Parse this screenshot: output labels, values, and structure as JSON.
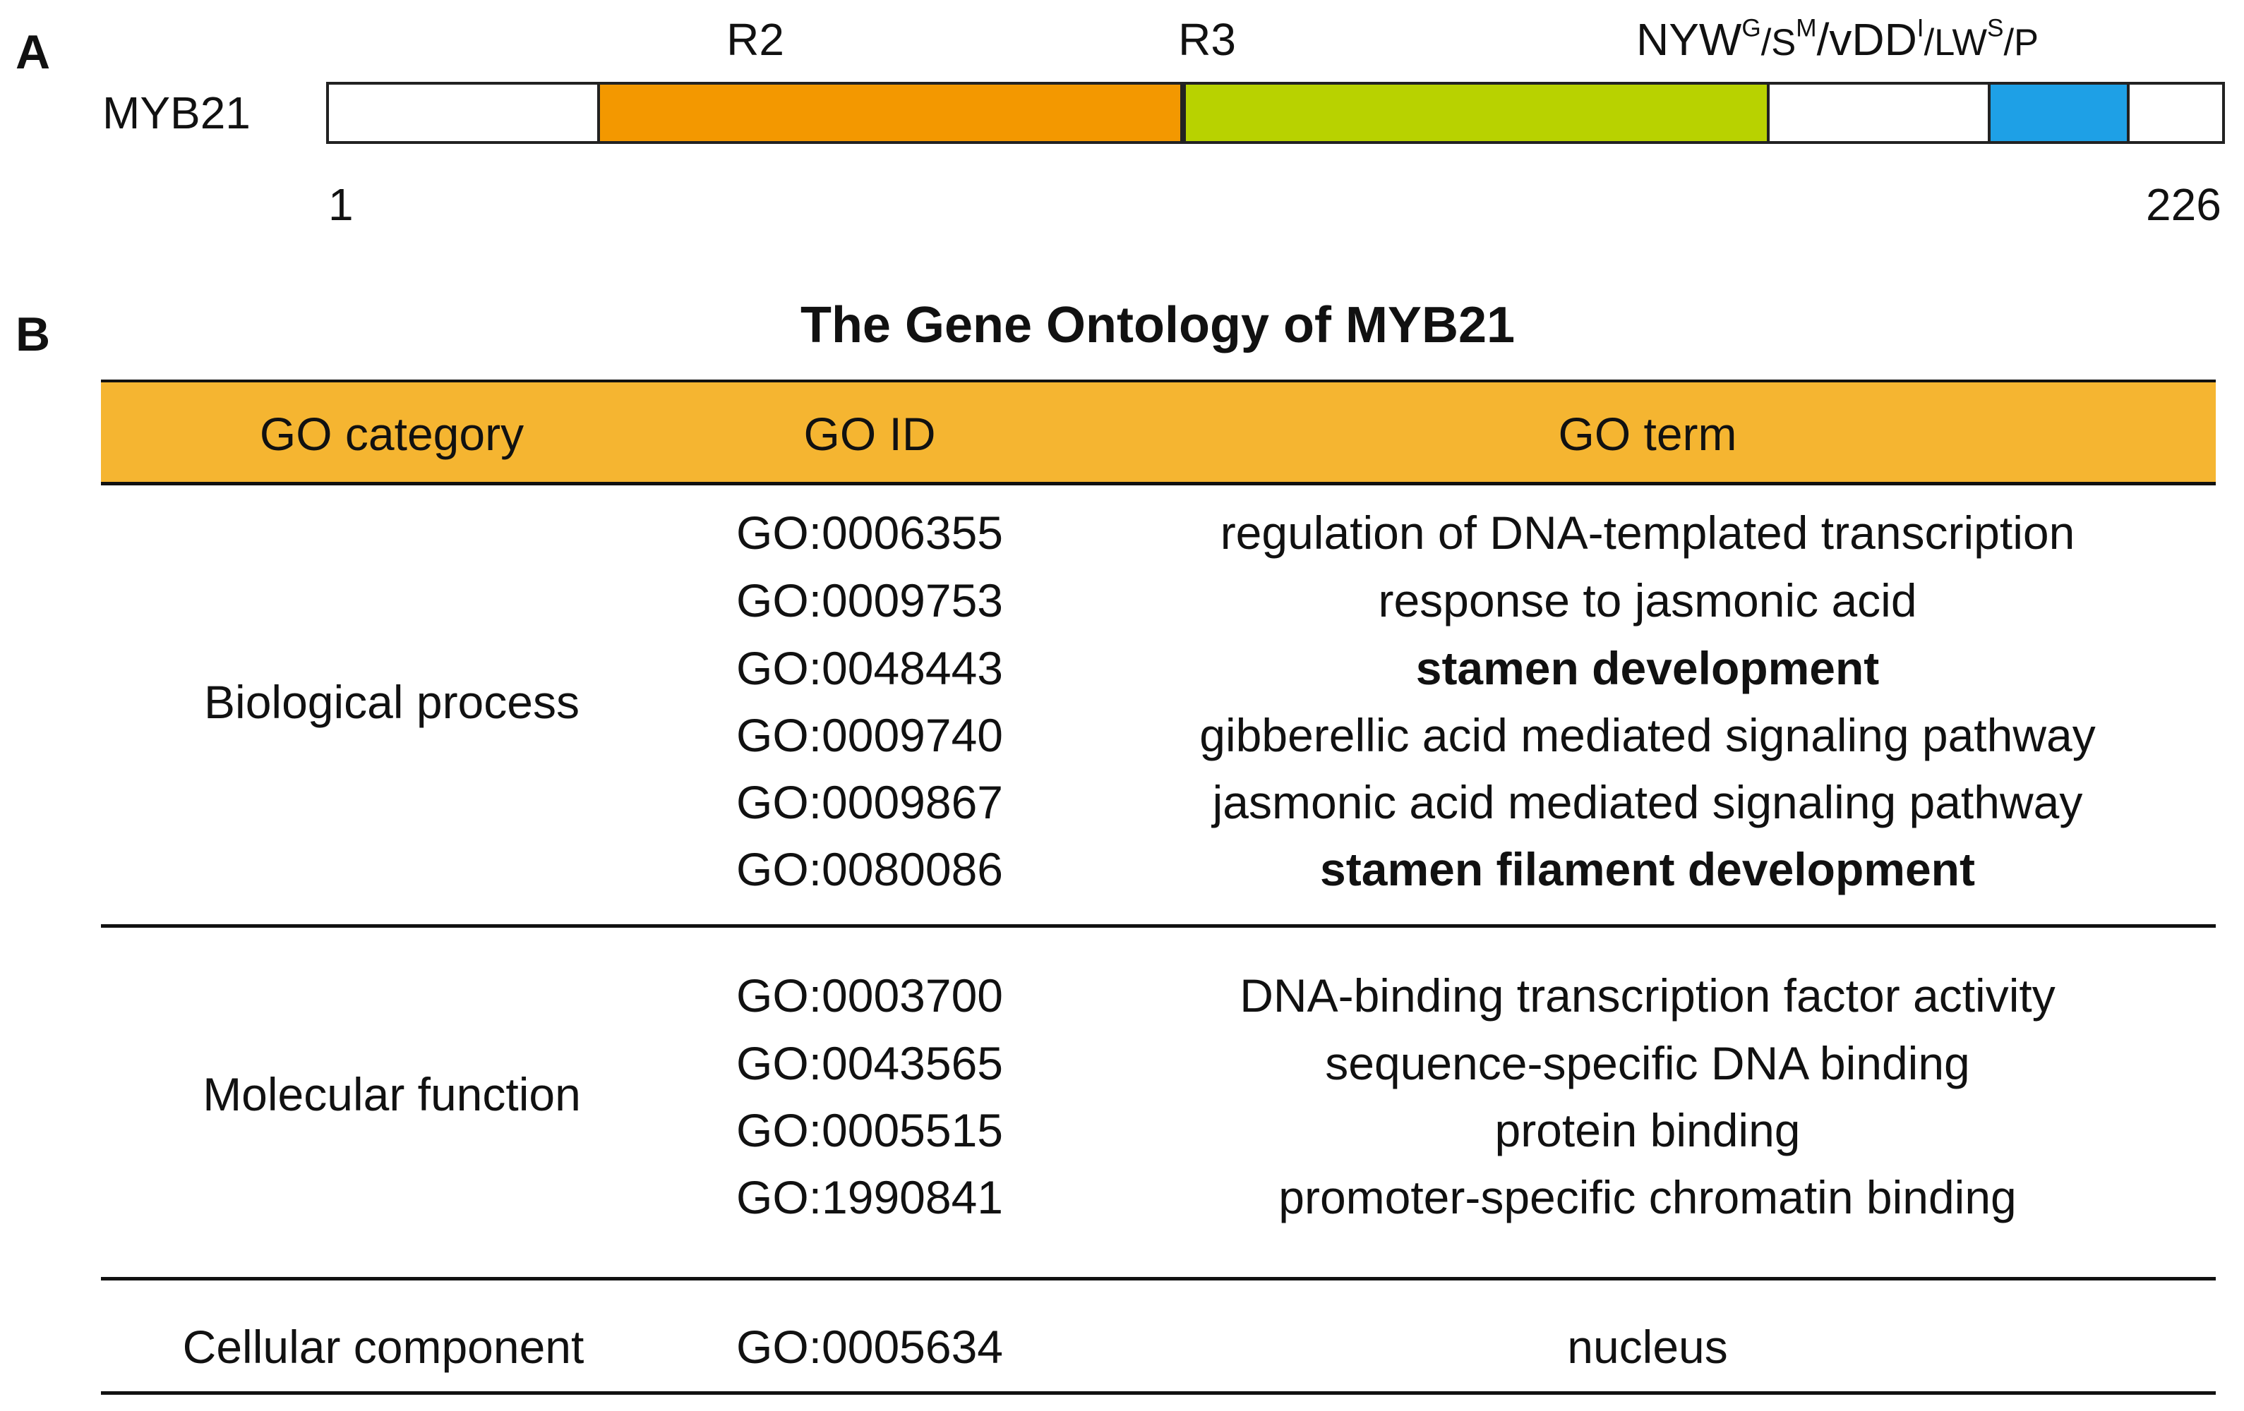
{
  "panel_a": {
    "letter": "A",
    "protein_name": "MYB21",
    "start_label": "1",
    "end_label": "226",
    "length": 226,
    "domains": [
      {
        "label": "R2",
        "start": 32,
        "end": 102,
        "color": "#f39800"
      },
      {
        "label": "R3",
        "start": 102,
        "end": 172,
        "color": "#b8d200"
      },
      {
        "label_parts": [
          "NYW",
          "G",
          "/S",
          "M",
          "/vDD",
          "I",
          "/LW",
          "S",
          "/P"
        ],
        "start": 198,
        "end": 215,
        "color": "#1ea0e6"
      }
    ]
  },
  "panel_b": {
    "letter": "B",
    "title": "The Gene Ontology of MYB21",
    "header": {
      "category": "GO category",
      "id": "GO ID",
      "term": "GO term"
    },
    "header_color": "#f5b531",
    "groups": [
      {
        "category": "Biological process",
        "rows": [
          {
            "id": "GO:0006355",
            "term": "regulation of DNA-templated transcription",
            "bold": false
          },
          {
            "id": "GO:0009753",
            "term": "response to jasmonic acid",
            "bold": false
          },
          {
            "id": "GO:0048443",
            "term": "stamen development",
            "bold": true
          },
          {
            "id": "GO:0009740",
            "term": "gibberellic acid mediated signaling pathway",
            "bold": false
          },
          {
            "id": "GO:0009867",
            "term": "jasmonic acid mediated signaling pathway",
            "bold": false
          },
          {
            "id": "GO:0080086",
            "term": "stamen filament development",
            "bold": true
          }
        ]
      },
      {
        "category": "Molecular function",
        "rows": [
          {
            "id": "GO:0003700",
            "term": "DNA-binding transcription factor activity",
            "bold": false
          },
          {
            "id": "GO:0043565",
            "term": "sequence-specific DNA binding",
            "bold": false
          },
          {
            "id": "GO:0005515",
            "term": "protein binding",
            "bold": false
          },
          {
            "id": "GO:1990841",
            "term": "promoter-specific chromatin binding",
            "bold": false
          }
        ]
      },
      {
        "category": "Cellular component",
        "rows": [
          {
            "id": "GO:0005634",
            "term": "nucleus",
            "bold": false
          }
        ]
      }
    ]
  }
}
